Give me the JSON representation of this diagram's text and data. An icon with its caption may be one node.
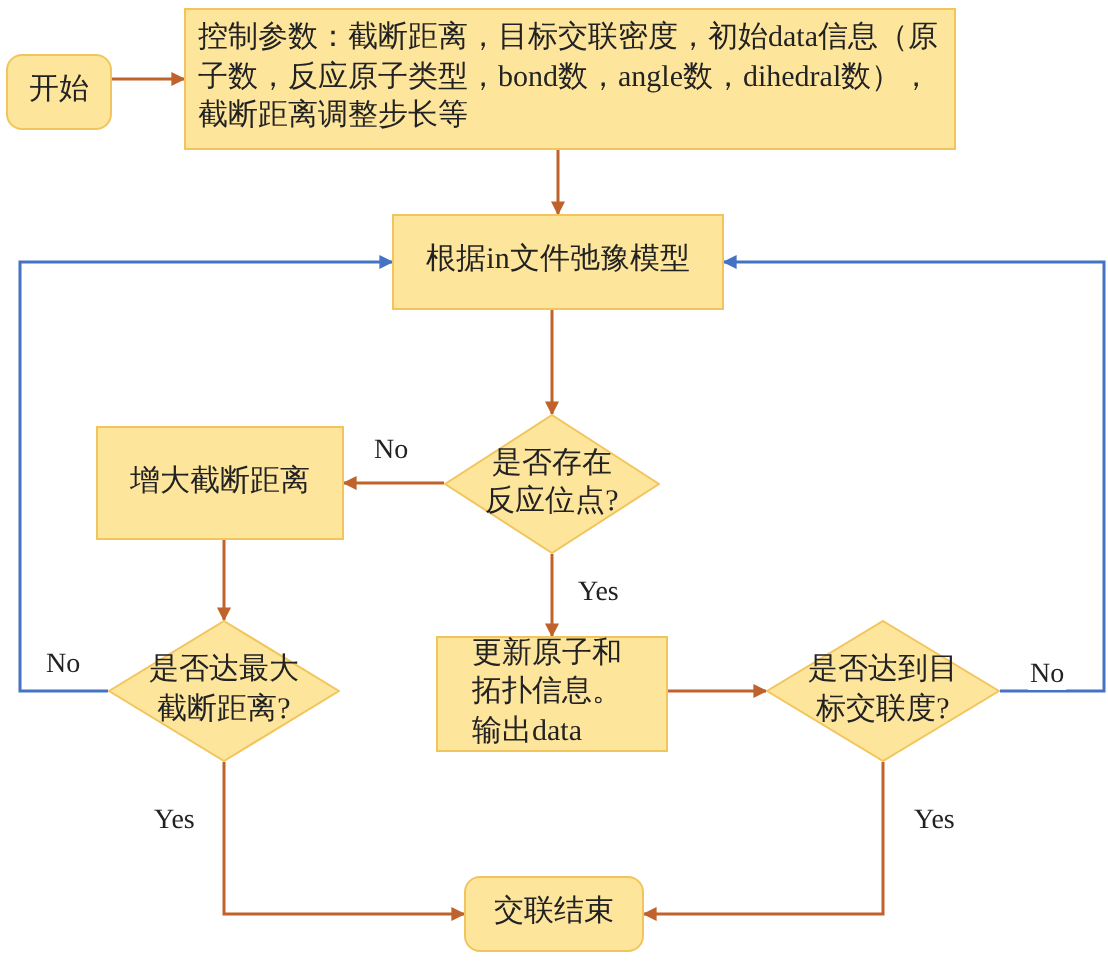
{
  "diagram": {
    "nodes": [
      {
        "text": [
          "开始"
        ]
      },
      {
        "text": [
          "控制参数：截断距离，目标交联密度，初始data信息（原子数，反应原子类型，bond数，angle数，dihedral数），截断距离调整步长等"
        ]
      },
      {
        "text": [
          "根据in文件弛豫模型"
        ]
      },
      {
        "text": [
          "是否存在反应位点?"
        ]
      },
      {
        "text": [
          "增大截断距离"
        ]
      },
      {
        "text": [
          "是否达最大截断距离?"
        ]
      },
      {
        "text": [
          "更新原子和拓扑信息。输出data"
        ]
      },
      {
        "text": [
          "是否达到目标交联度?"
        ]
      },
      {
        "text": [
          "交联结束"
        ]
      }
    ],
    "edges": [
      {
        "from": 0,
        "to": 1,
        "arrow": "to"
      },
      {
        "from": 1,
        "to": 2,
        "arrow": "to"
      },
      {
        "from": 2,
        "to": 3,
        "arrow": "to"
      },
      {
        "from": 3,
        "to": 4,
        "arrow": "to",
        "label": "No"
      },
      {
        "from": 3,
        "to": 6,
        "arrow": "to",
        "label": "Yes"
      },
      {
        "from": 4,
        "to": 5,
        "arrow": "to"
      },
      {
        "from": 5,
        "to": 2,
        "arrow": "to",
        "label": "No",
        "color": "#4472c4"
      },
      {
        "from": 5,
        "to": 8,
        "arrow": "to",
        "label": "Yes"
      },
      {
        "from": 6,
        "to": 7,
        "arrow": "to"
      },
      {
        "from": 7,
        "to": 2,
        "arrow": "to",
        "label": "No",
        "color": "#4472c4"
      },
      {
        "from": 7,
        "to": 8,
        "arrow": "to",
        "label": "Yes"
      }
    ]
  }
}
